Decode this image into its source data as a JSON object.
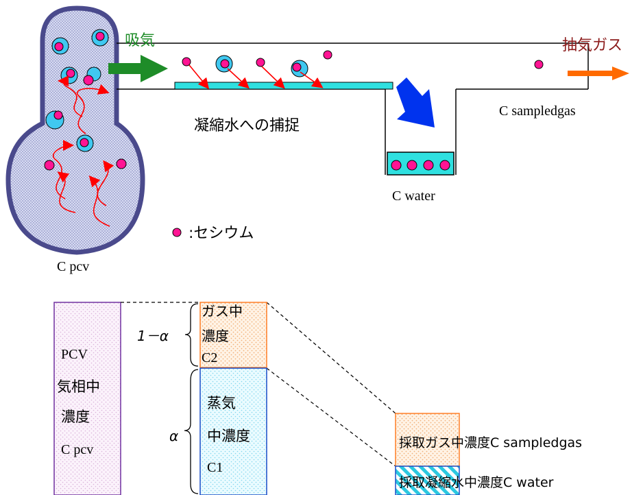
{
  "top_diagram": {
    "label_intake": "吸気",
    "label_extraction_gas": "抽気ガス",
    "label_condensate_capture": "凝縮水への捕捉",
    "label_c_sampledgas": "C sampledgas",
    "label_c_water": "C water",
    "legend_marker_label": ":セシウム",
    "label_c_pcv": "C pcv"
  },
  "bottom_diagram": {
    "pcv_box": {
      "line1": "PCV",
      "line2": "気相中",
      "line3": "濃度",
      "line4": "C pcv"
    },
    "gas_box": {
      "line1": "ガス中",
      "line2": "濃度",
      "line3": "C2",
      "fraction_label": "1－α"
    },
    "steam_box": {
      "line1": "蒸気",
      "line2": "中濃度",
      "line3": "C1",
      "fraction_label": "α"
    },
    "sampled_gas_label": "採取ガス中濃度C sampledgas",
    "sampled_water_label": "採取凝縮水中濃度C water"
  },
  "colors": {
    "vessel_fill": "#c8cce8",
    "vessel_stroke": "#4a4a8c",
    "intake_arrow": "#1e8c28",
    "intake_text": "#1e8c28",
    "extraction_text": "#8b1a1a",
    "extraction_arrow": "#ff6a00",
    "condensate_plate": "#2fe0e0",
    "cesium": "#ff1493",
    "droplet": "#40c8f0",
    "flow_arrow": "#0033ee",
    "capture_arrow": "#ff0000",
    "gas_box_stroke": "#ff7f27",
    "steam_box_stroke": "#1a4dc8",
    "pcv_box_stroke": "#7030a0"
  }
}
